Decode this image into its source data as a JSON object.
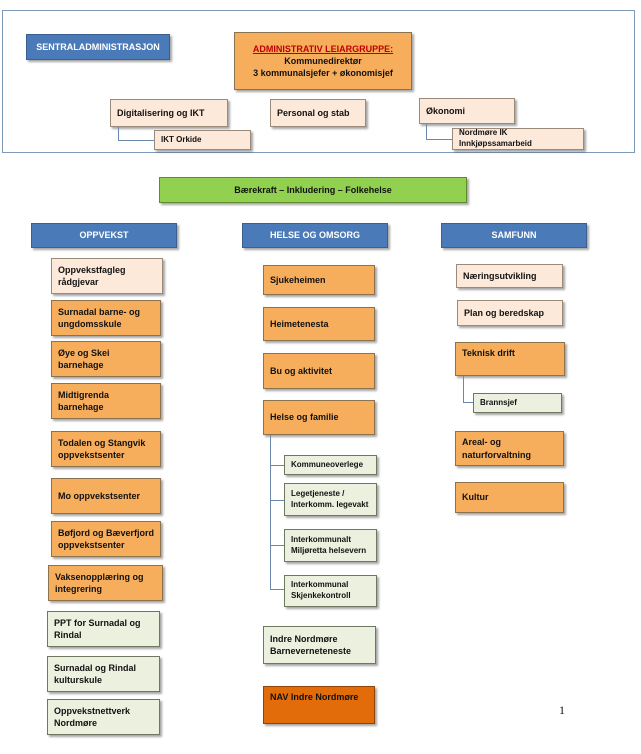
{
  "top": {
    "sentral": "SENTRALADMINISTRASJON",
    "leiargruppe": {
      "title": "ADMINISTRATIV LEIARGRUPPE:",
      "line1": "Kommunedirektør",
      "line2": "3 kommunalsjefer + økonomisjef"
    },
    "digitalisering": "Digitalisering og IKT",
    "ikt_orkide": "IKT Orkide",
    "personal": "Personal og stab",
    "okonomi": "Økonomi",
    "innkjop": "Nordmøre IK Innkjøpssamarbeid"
  },
  "banner": "Bærekraft – Inkludering – Folkehelse",
  "columns": {
    "oppvekst": {
      "header": "OPPVEKST",
      "items": [
        "Oppvekstfagleg rådgjevar",
        "Surnadal barne- og ungdomsskule",
        "Øye og Skei barnehage",
        "Midtigrenda barnehage",
        "Todalen og Stangvik oppvekstsenter",
        "Mo oppvekstsenter",
        "Bøfjord og Bæverfjord oppvekstsenter",
        "Vaksenopplæring og integrering",
        "PPT for Surnadal og Rindal",
        "Surnadal og Rindal kulturskule",
        "Oppvekstnettverk Nordmøre"
      ]
    },
    "helse": {
      "header": "HELSE OG OMSORG",
      "items": [
        "Sjukeheimen",
        "Heimetenesta",
        "Bu og aktivitet",
        "Helse og familie"
      ],
      "sub_items": [
        "Kommuneoverlege",
        "Legetjeneste / Interkomm. legevakt",
        "Interkommunalt Miljøretta helsevern",
        "Interkommunal Skjenkekontroll"
      ],
      "barnevern": "Indre Nordmøre Barneverneteneste",
      "nav": "NAV  Indre Nordmøre"
    },
    "samfunn": {
      "header": "SAMFUNN",
      "items": [
        "Næringsutvikling",
        "Plan og beredskap",
        "Teknisk drift",
        "Areal- og naturforvaltning",
        "Kultur"
      ],
      "brannsjef": "Brannsjef"
    }
  },
  "colors": {
    "header_blue": "#4a7ab8",
    "unit_orange": "#f7ae5c",
    "peach": "#fde9d9",
    "light_green": "#ebf1de",
    "banner_green": "#92d050",
    "nav_orange": "#e36c0a"
  },
  "page_number": "1"
}
